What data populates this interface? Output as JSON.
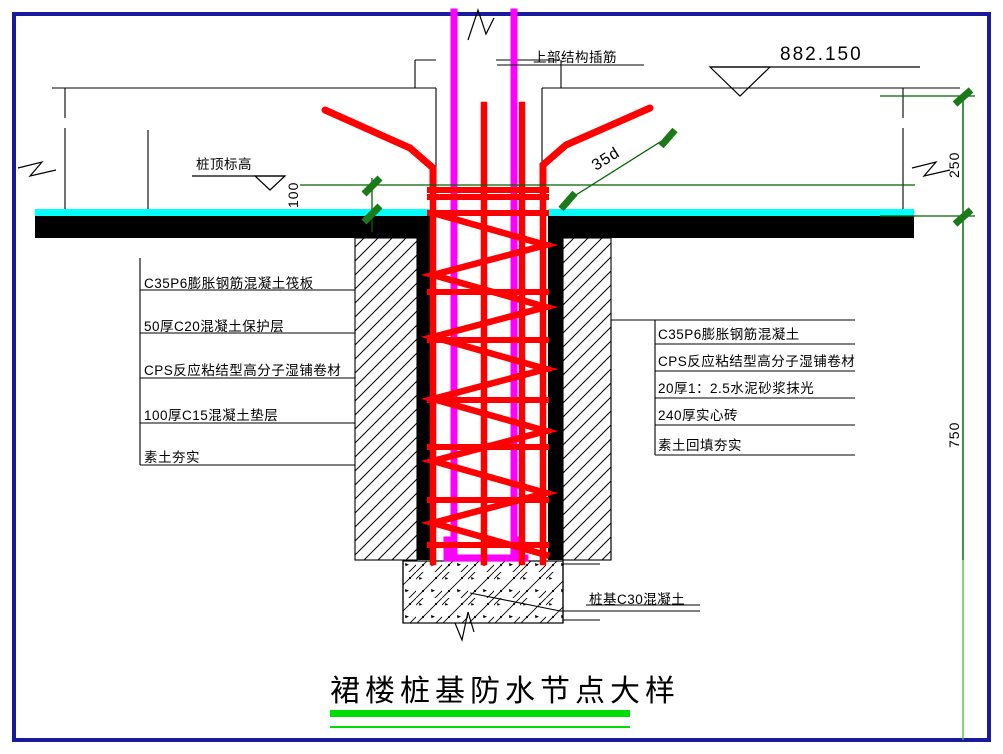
{
  "drawing": {
    "title": "裙楼桩基防水节点大样",
    "type": "cad-section-detail",
    "frame_color": "#1a1a9e",
    "background": "#ffffff"
  },
  "colors": {
    "frame": "#1a1a9e",
    "rebar_red": "#ff0000",
    "rebar_magenta": "#ff00ff",
    "waterproof_cyan": "#00ffff",
    "slab_black": "#000000",
    "dimension_green": "#006400",
    "title_underline_green": "#00dd00",
    "line_black": "#000000"
  },
  "elevation": {
    "value": "882.150",
    "marker": "level-triangle-icon"
  },
  "callouts": {
    "top_rebar": "上部结构插筋",
    "pile_top_level": "桩顶标高",
    "pile_concrete": "桩基C30混凝土"
  },
  "left_notes": [
    "C35P6膨胀钢筋混凝土筏板",
    "50厚C20混凝土保护层",
    "CPS反应粘结型高分子湿铺卷材",
    "100厚C15混凝土垫层",
    "素土夯实"
  ],
  "right_notes": [
    "C35P6膨胀钢筋混凝土",
    "CPS反应粘结型高分子湿铺卷材",
    "20厚1：2.5水泥砂浆抹光",
    "240厚实心砖",
    "素土回填夯实"
  ],
  "dimensions": {
    "anchorage": "35d",
    "pile_top_offset": "100",
    "upper_depth": "250",
    "lower_depth": "750"
  }
}
